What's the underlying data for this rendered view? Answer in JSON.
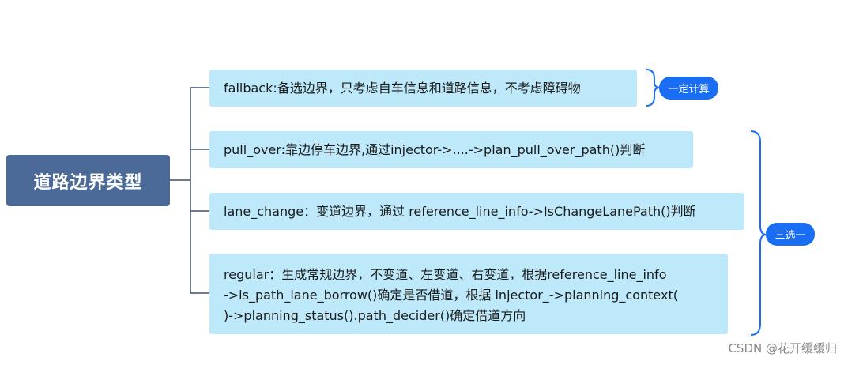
{
  "diagram": {
    "root": {
      "label": "道路边界类型"
    },
    "branches": [
      {
        "lines": [
          "fallback:备选边界，只考虑自车信息和道路信息，不考虑障碍物"
        ]
      },
      {
        "lines": [
          "pull_over:靠边停车边界,通过injector->....->plan_pull_over_path()判断"
        ]
      },
      {
        "lines": [
          "lane_change：变道边界，通过 reference_line_info->IsChangeLanePath()判断"
        ]
      },
      {
        "lines": [
          "regular：生成常规边界，不变道、左变道、右变道，根据reference_line_info",
          "->is_path_lane_borrow()确定是否借道，根据 injector_->planning_context(",
          ")->planning_status().path_decider()确定借道方向"
        ]
      }
    ],
    "tags": [
      {
        "label": "一定计算"
      },
      {
        "label": "三选一"
      }
    ],
    "colors": {
      "root_fill": "#4b6a98",
      "node_fill": "#bde9fb",
      "tag_fill": "#1a6ef5",
      "connector": "#3d5068",
      "bracket": "#1a6ef5"
    }
  },
  "watermark": "CSDN @花开缓缓归"
}
